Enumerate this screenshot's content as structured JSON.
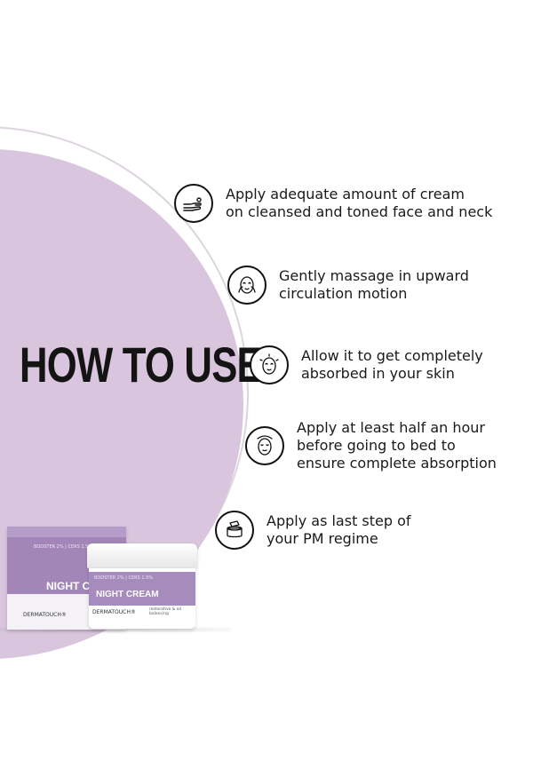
{
  "title": "HOW TO USE",
  "steps": [
    {
      "icon": "hand-cream-icon",
      "text": "Apply adequate amount of cream\non cleansed and toned face and neck"
    },
    {
      "icon": "face-massage-icon",
      "text": "Gently massage in upward\ncirculation motion"
    },
    {
      "icon": "face-glow-icon",
      "text": "Allow it to get completely\nabsorbed in your skin"
    },
    {
      "icon": "face-night-icon",
      "text": "Apply at least half an hour\nbefore going to bed to\nensure complete absorption"
    },
    {
      "icon": "cream-jar-icon",
      "text": "Apply as last step of\nyour PM regime"
    }
  ],
  "product": {
    "box_subtitle": "BOOSTER 2% | CERS 1.5%",
    "box_name": "NIGHT CREAM",
    "jar_subtitle": "BOOSTER 2% | CERS 1.5%",
    "jar_name": "NIGHT CREAM",
    "brand": "DERMATOUCH®",
    "tagline": "restorative & oil balancing"
  },
  "colors": {
    "accent": "#d9c5dd",
    "product": "#a286b8",
    "text": "#141414"
  }
}
